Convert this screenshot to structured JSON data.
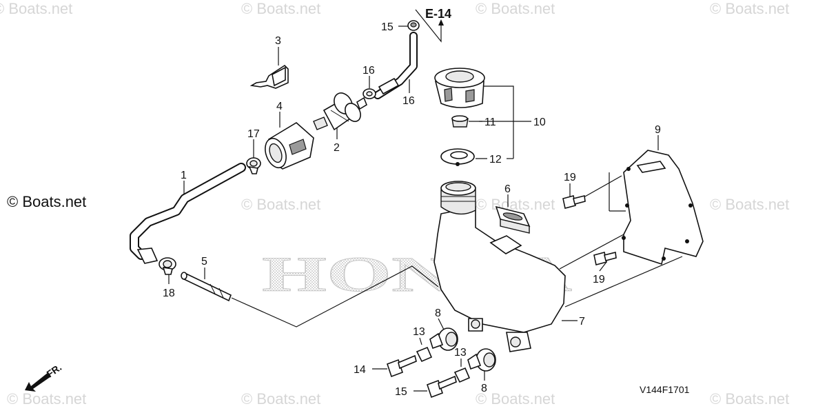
{
  "watermark": {
    "text": "© Boats.net",
    "logo_text": "HONDA",
    "big_label": "© Boats.net"
  },
  "reference": {
    "label": "E-14",
    "diagram_code": "V144F1701",
    "direction_label": "FR."
  },
  "callouts": [
    {
      "id": "c1",
      "label": "1"
    },
    {
      "id": "c2",
      "label": "2"
    },
    {
      "id": "c3",
      "label": "3"
    },
    {
      "id": "c4",
      "label": "4"
    },
    {
      "id": "c5",
      "label": "5"
    },
    {
      "id": "c6",
      "label": "6"
    },
    {
      "id": "c7",
      "label": "7"
    },
    {
      "id": "c8a",
      "label": "8"
    },
    {
      "id": "c8b",
      "label": "8"
    },
    {
      "id": "c9",
      "label": "9"
    },
    {
      "id": "c10",
      "label": "10"
    },
    {
      "id": "c11",
      "label": "11"
    },
    {
      "id": "c12",
      "label": "12"
    },
    {
      "id": "c13a",
      "label": "13"
    },
    {
      "id": "c13b",
      "label": "13"
    },
    {
      "id": "c14",
      "label": "14"
    },
    {
      "id": "c15a",
      "label": "15"
    },
    {
      "id": "c15b",
      "label": "15"
    },
    {
      "id": "c16a",
      "label": "16"
    },
    {
      "id": "c16b",
      "label": "16"
    },
    {
      "id": "c17",
      "label": "17"
    },
    {
      "id": "c18",
      "label": "18"
    },
    {
      "id": "c19a",
      "label": "19"
    },
    {
      "id": "c19b",
      "label": "19"
    }
  ]
}
